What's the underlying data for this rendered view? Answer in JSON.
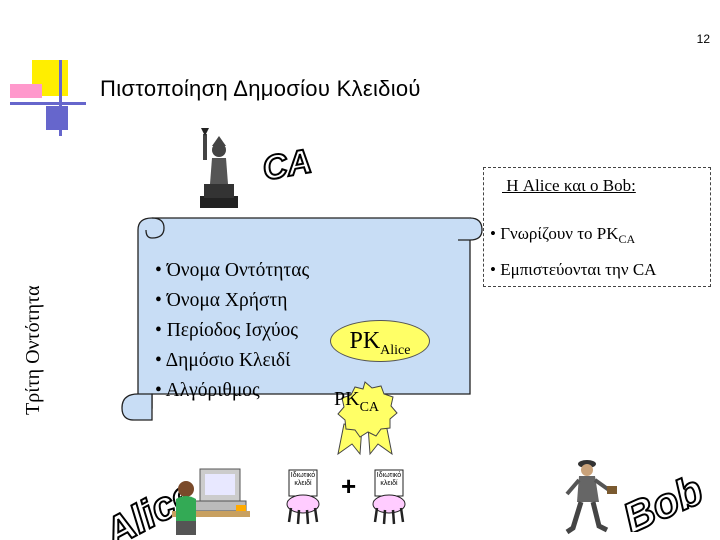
{
  "page_number": "12",
  "title": "Πιστοποίηση Δημοσίου Κλειδιού",
  "side_label": "Τρίτη Οντότητα",
  "ca_logo_text": "CA",
  "certificate": {
    "items": [
      "• Όνομα Οντότητας",
      "• Όνομα Χρήστη",
      "• Περίοδος Ισχύος",
      "• Δημόσιο Κλειδί",
      "• Αλγόριθμος"
    ],
    "pk_alice": {
      "base": "PK",
      "sub": "Alice"
    },
    "pk_ca": {
      "base": "PK",
      "sub": "CA"
    }
  },
  "info_box": {
    "heading": " Η Alice και ο Bob:",
    "items": [
      {
        "text": "• Γνωρίζουν το PK",
        "sub": "CA"
      },
      {
        "text": "• Εμπιστεύονται την CA",
        "sub": ""
      }
    ]
  },
  "keys": [
    {
      "label": "Ιδιωτικό κλειδί"
    },
    {
      "label": "Ιδιωτικό κλειδί"
    }
  ],
  "plus_symbol": "+",
  "alice_text": "Alice",
  "bob_text": "Bob",
  "icons": [
    "corner-logo-icon",
    "statue-of-liberty-icon",
    "seal-icon",
    "computer-user-icon",
    "key-icon",
    "walking-man-icon"
  ],
  "colors": {
    "scroll_fill": "#c8ddf5",
    "pk_alice_fill": "#ffff66",
    "seal_fill": "#ffff66",
    "key_fill": "#ffccff",
    "logo_yellow": "#ffee00",
    "logo_blue": "#6666cc",
    "logo_pink": "#ff99cc"
  }
}
